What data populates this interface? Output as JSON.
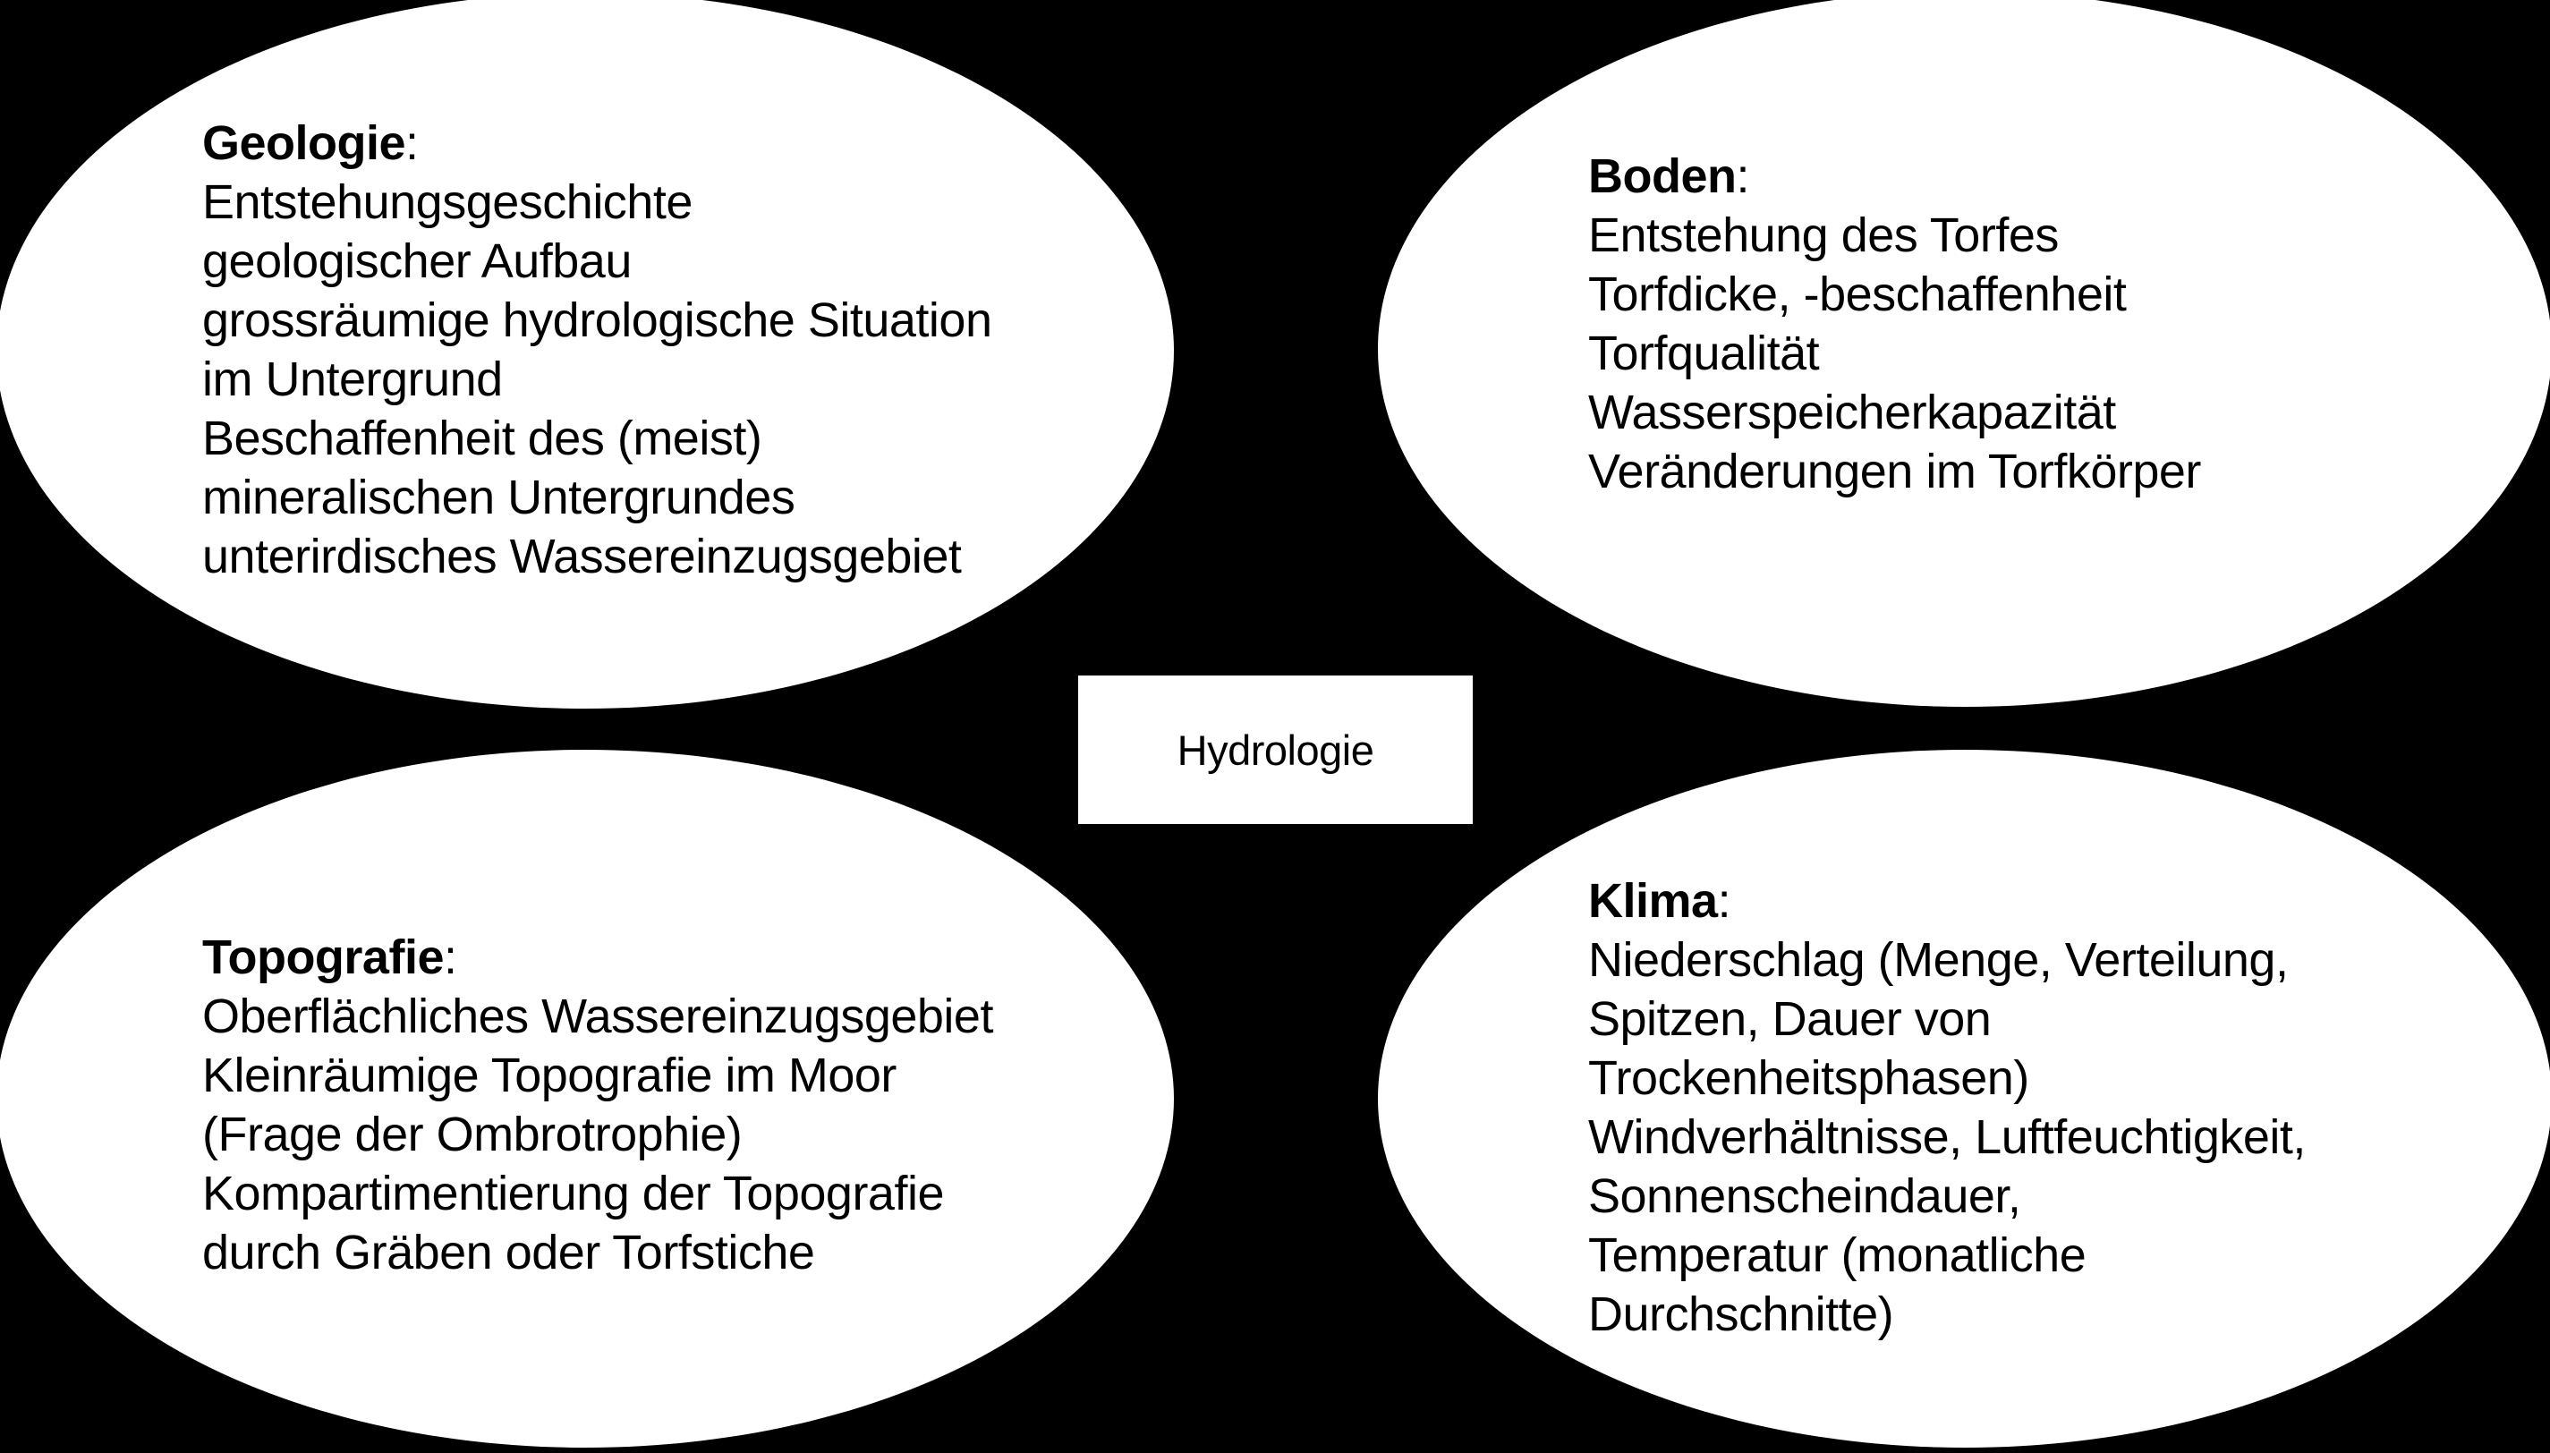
{
  "diagram": {
    "background_color": "#000000",
    "shape_fill_color": "#ffffff",
    "text_color": "#000000",
    "center_box": {
      "label": "Hydrologie"
    },
    "ellipses": [
      {
        "id": "geologie",
        "heading": "Geologie",
        "colon": ":",
        "lines": [
          "Entstehungsgeschichte",
          "geologischer Aufbau",
          "grossräumige hydrologische Situation",
          "im Untergrund",
          "Beschaffenheit des (meist)",
          "mineralischen Untergrundes",
          "unterirdisches Wassereinzugsgebiet"
        ]
      },
      {
        "id": "boden",
        "heading": "Boden",
        "colon": ":",
        "lines": [
          "Entstehung des Torfes",
          "Torfdicke, -beschaffenheit",
          "Torfqualität",
          "Wasserspeicherkapazität",
          "Veränderungen im Torfkörper"
        ]
      },
      {
        "id": "topografie",
        "heading": "Topografie",
        "colon": ":",
        "lines": [
          "Oberflächliches Wassereinzugsgebiet",
          "Kleinräumige Topografie im Moor",
          "(Frage der Ombrotrophie)",
          "Kompartimentierung der Topografie",
          "durch Gräben oder Torfstiche"
        ]
      },
      {
        "id": "klima",
        "heading": "Klima",
        "colon": ":",
        "lines": [
          "Niederschlag (Menge, Verteilung,",
          "Spitzen, Dauer von",
          "Trockenheitsphasen)",
          "Windverhältnisse, Luftfeuchtigkeit,",
          "Sonnenscheindauer,",
          "Temperatur (monatliche",
          "Durchschnitte)"
        ]
      }
    ]
  }
}
